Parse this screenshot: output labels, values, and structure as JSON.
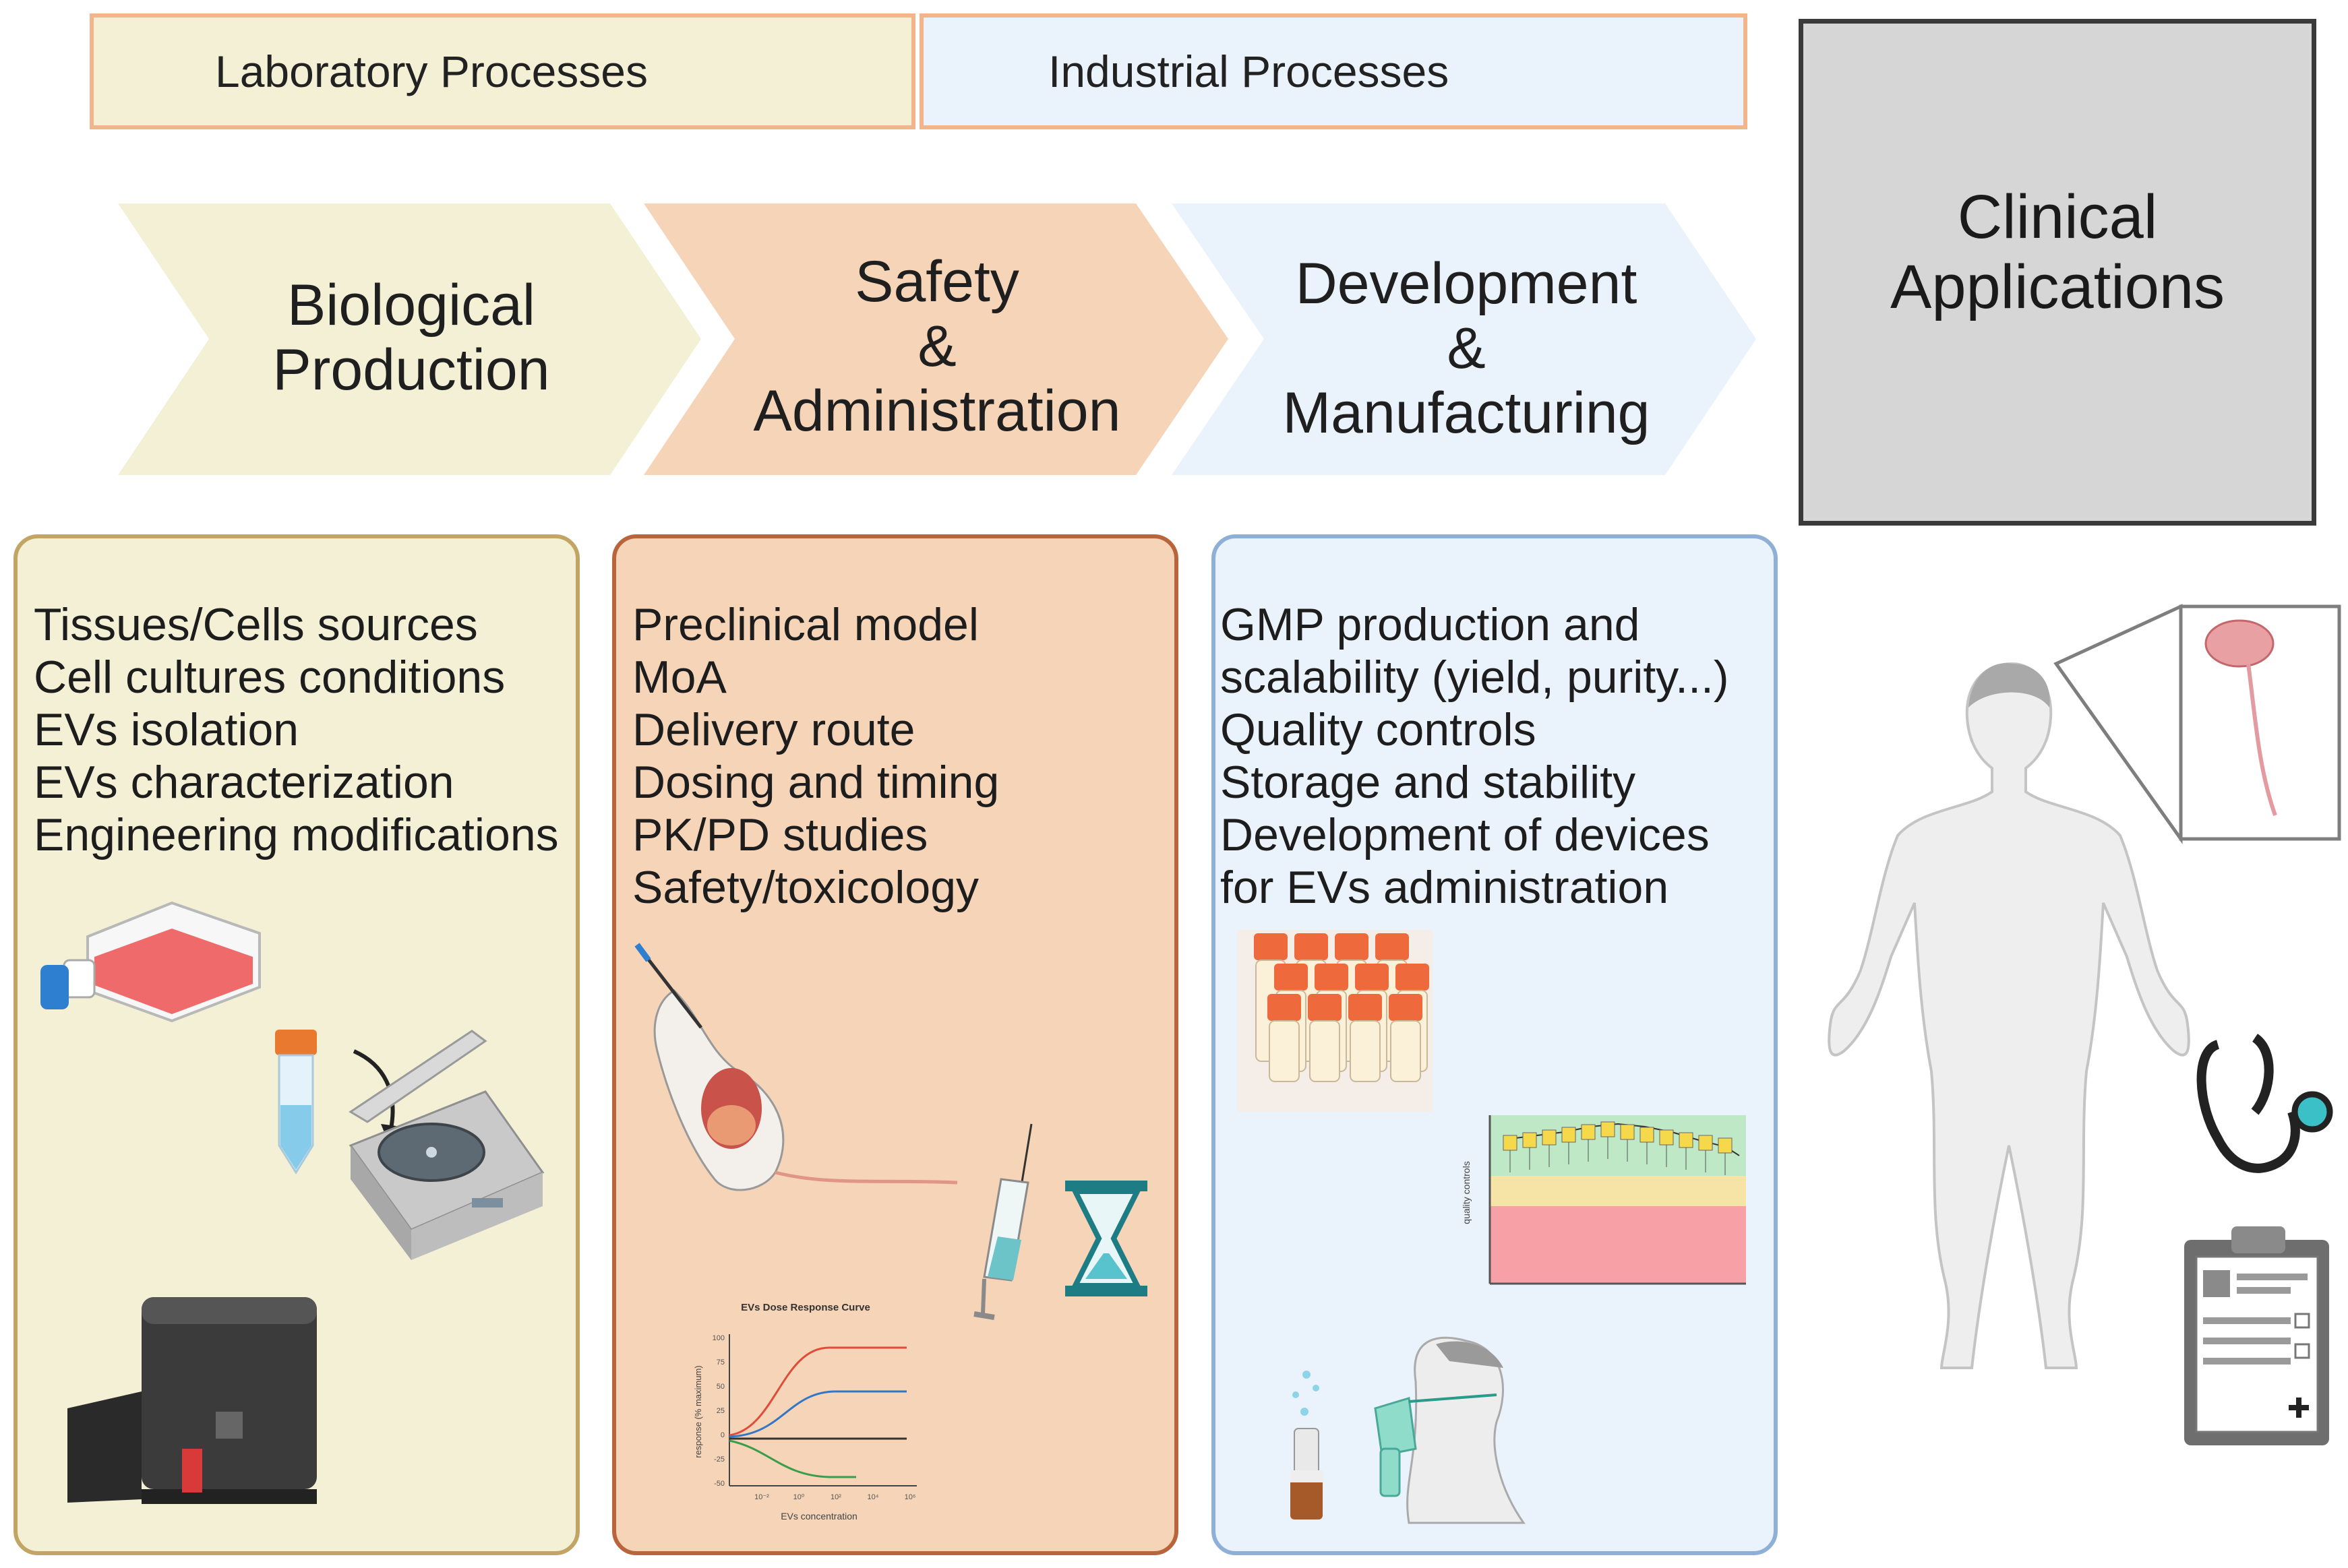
{
  "header": {
    "laboratory_label": "Laboratory Processes",
    "industrial_label": "Industrial Processes"
  },
  "stages": [
    {
      "line1": "Biological",
      "line2": "Production",
      "line3": ""
    },
    {
      "line1": "Safety",
      "line2": "&",
      "line3": "Administration"
    },
    {
      "line1": "Development",
      "line2": "&",
      "line3": "Manufacturing"
    }
  ],
  "clinical": {
    "line1": "Clinical",
    "line2": "Applications"
  },
  "panels": {
    "biological": {
      "items": [
        "Tissues/Cells sources",
        "Cell cultures conditions",
        "EVs isolation",
        "EVs characterization",
        "Engineering modifications"
      ]
    },
    "safety": {
      "items": [
        "Preclinical model",
        "MoA",
        "Delivery route",
        "Dosing and timing",
        "PK/PD studies",
        "Safety/toxicology"
      ]
    },
    "development": {
      "items": [
        "GMP production and",
        "scalability (yield, purity...)",
        "Quality controls",
        "Storage and stability",
        "Development of devices",
        "for EVs administration"
      ]
    }
  },
  "dose_chart": {
    "title": "EVs Dose Response Curve",
    "xlabel": "EVs concentration",
    "ylabel": "response (% maximum)",
    "yticks": [
      "100",
      "75",
      "50",
      "25",
      "0",
      "-25",
      "-50"
    ],
    "xticks": [
      "10⁻²",
      "10⁰",
      "10²",
      "10⁴",
      "10⁶"
    ]
  },
  "qc_chart": {
    "ylabel": "quality controls"
  },
  "colors": {
    "yellow": "#f3f0d5",
    "peach": "#f5d4b8",
    "blue": "#eaf2fb",
    "grey": "#d6d6d6",
    "yellow_border": "#c2a565",
    "peach_border": "#b9653c",
    "blue_border": "#8fb0d6",
    "header_border": "#f2b48a"
  },
  "icons": [
    "culture-flask-icon",
    "falcon-tube-icon",
    "centrifuge-icon",
    "nanoparticle-analyzer-icon",
    "preclinical-mouse-icon",
    "syringe-icon",
    "hourglass-icon",
    "dose-response-chart-icon",
    "sample-tubes-icon",
    "quality-control-chart-icon",
    "nasal-spray-icon",
    "nebulizer-mask-icon",
    "human-body-icon",
    "brain-spinal-cord-icon",
    "stethoscope-icon",
    "clipboard-icon"
  ]
}
